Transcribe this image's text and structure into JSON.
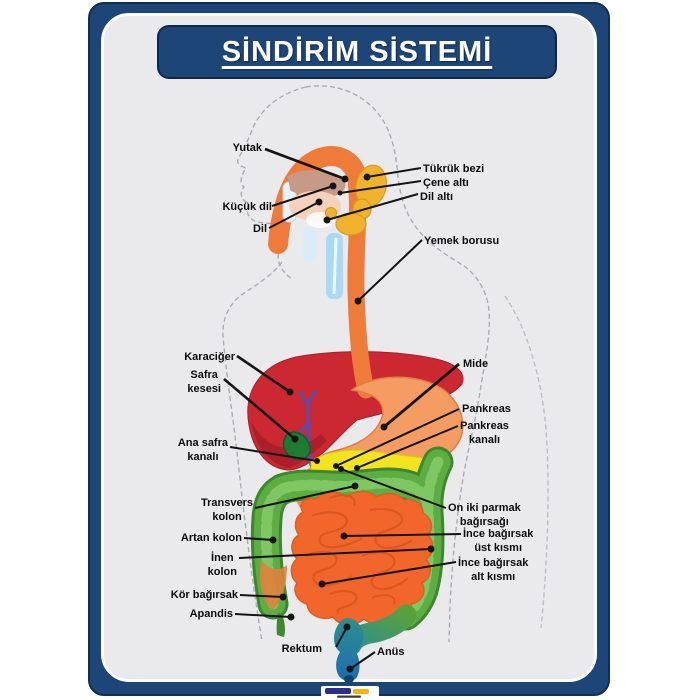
{
  "title": "SİNDİRİM SİSTEMİ",
  "colors": {
    "frame": "#1d4577",
    "panel": "#eaeaed",
    "liver": "#cc2832",
    "liver_dark": "#a61e2a",
    "stomach": "#f59c63",
    "esophagus": "#ef7b3b",
    "pancreas": "#f3e41f",
    "colon": "#5cad42",
    "colon_dark": "#3e872d",
    "colon_light": "#7fc763",
    "small_intestine": "#f2662c",
    "rectum_top": "#2f8f8f",
    "rectum_bottom": "#1d6cae",
    "salivary_gland": "#f0b42c",
    "gallbladder": "#1f7a33",
    "bile_duct": "#4054c6",
    "leader_line": "#141414",
    "body_outline": "#a9adb3"
  },
  "labels": {
    "yutak": {
      "l1": "Yutak"
    },
    "kucuk_dil": {
      "l1": "Küçük dil"
    },
    "dil": {
      "l1": "Dil"
    },
    "tukruk_bezi": {
      "l1": "Tükrük bezi"
    },
    "cene_alti": {
      "l1": "Çene altı"
    },
    "dil_alti": {
      "l1": "Dil altı"
    },
    "yemek_borusu": {
      "l1": "Yemek borusu"
    },
    "karaciger": {
      "l1": "Karaciğer"
    },
    "safra_kesesi": {
      "l1": "Safra",
      "l2": "kesesi"
    },
    "ana_safra_kanali": {
      "l1": "Ana safra",
      "l2": "kanalı"
    },
    "mide": {
      "l1": "Mide"
    },
    "pankreas": {
      "l1": "Pankreas"
    },
    "pankreas_kanali": {
      "l1": "Pankreas",
      "l2": "kanalı"
    },
    "transvers_kolon": {
      "l1": "Transvers",
      "l2": "kolon"
    },
    "artan_kolon": {
      "l1": "Artan kolon"
    },
    "inen_kolon": {
      "l1": "İnen",
      "l2": "kolon"
    },
    "kor_bagirsak": {
      "l1": "Kör bağırsak"
    },
    "apandis": {
      "l1": "Apandis"
    },
    "oniki_parmak": {
      "l1": "On iki parmak",
      "l2": "bağırsağı"
    },
    "ince_bagirsak_ust": {
      "l1": "İnce bağırsak",
      "l2": "üst kısmı"
    },
    "ince_bagirsak_alt": {
      "l1": "İnce bağırsak",
      "l2": "alt kısmı"
    },
    "rektum": {
      "l1": "Rektum"
    },
    "anus": {
      "l1": "Anüs"
    }
  }
}
